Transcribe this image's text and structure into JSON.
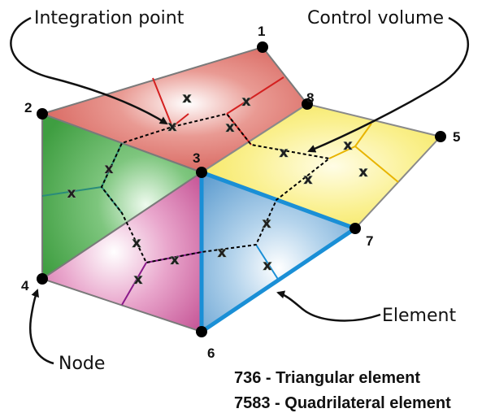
{
  "callouts": {
    "integration_point": "Integration point",
    "control_volume": "Control volume",
    "element": "Element",
    "node": "Node"
  },
  "legend": {
    "triangular": "736 - Triangular element",
    "quadrilateral": "7583 - Quadrilateral element"
  },
  "nodes": {
    "n1": "1",
    "n2": "2",
    "n3": "3",
    "n4": "4",
    "n5": "5",
    "n6": "6",
    "n7": "7",
    "n8": "8"
  },
  "integration_point_symbol": "x",
  "colors": {
    "red_face": "#d65a52",
    "green_face": "#4aaa4c",
    "pink_face": "#d86aa8",
    "blue_face": "#7fb1d8",
    "yellow_face": "#f4e64a",
    "element_edge": "#1a8fd6",
    "face_edge": "#7a7a7a",
    "node": "#000000"
  }
}
